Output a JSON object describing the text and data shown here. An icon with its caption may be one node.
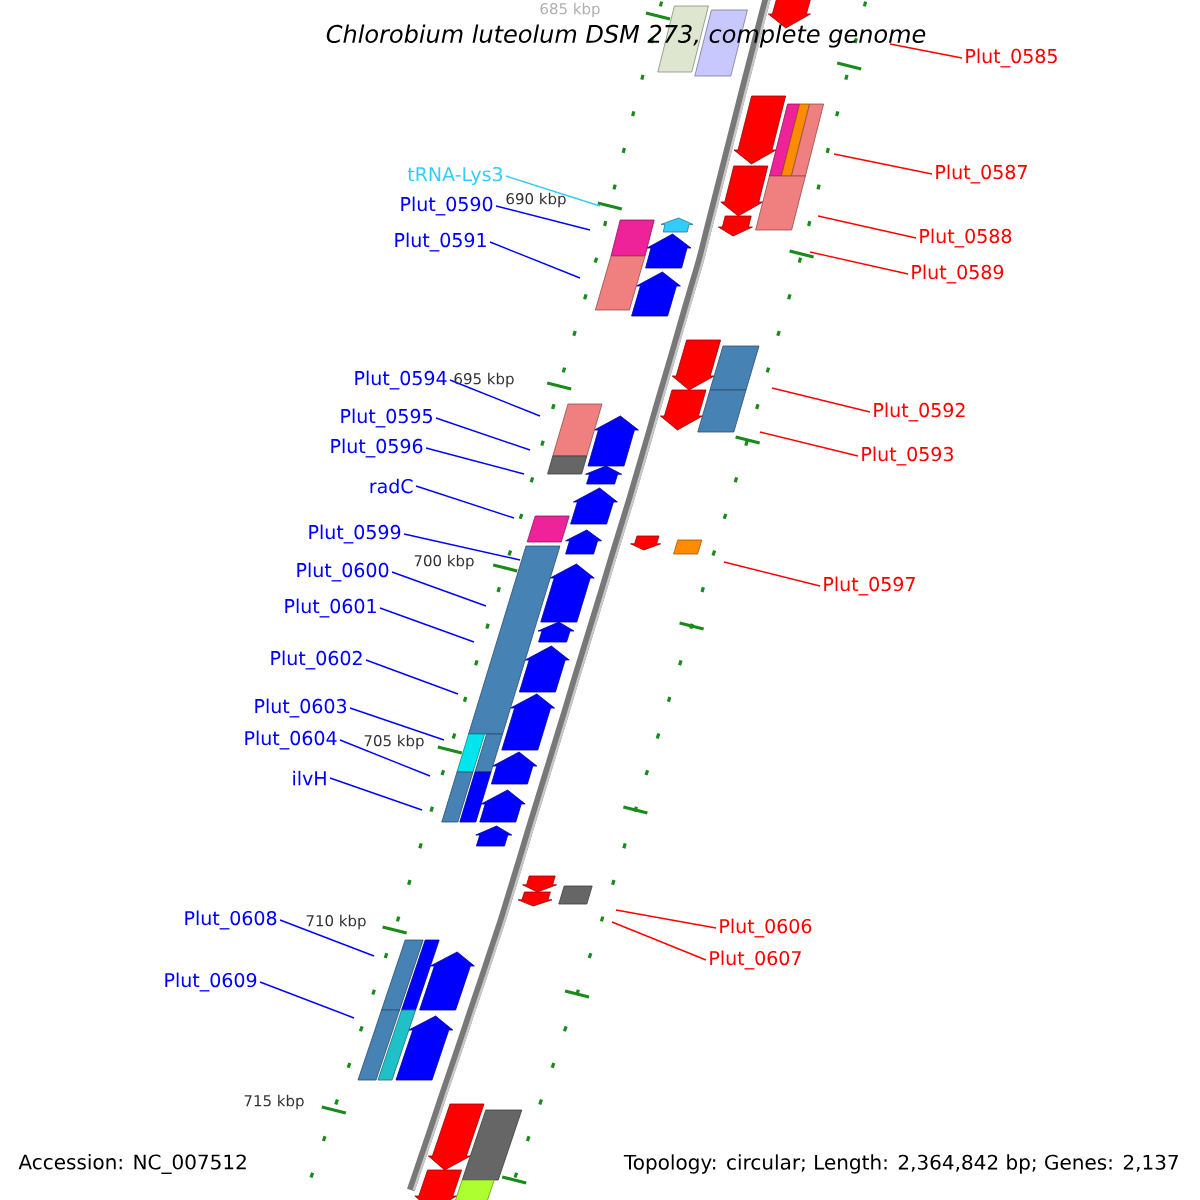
{
  "diagram": {
    "title": "Chlorobium luteolum DSM 273, complete genome",
    "nodes": [
      {
        "text": [
          "tRNA-Lys3"
        ]
      },
      {
        "text": [
          "Plut_0590"
        ]
      },
      {
        "text": [
          "Plut_0591"
        ]
      },
      {
        "text": [
          "Plut_0594"
        ]
      },
      {
        "text": [
          "Plut_0595"
        ]
      },
      {
        "text": [
          "Plut_0596"
        ]
      },
      {
        "text": [
          "radC"
        ]
      },
      {
        "text": [
          "Plut_0599"
        ]
      },
      {
        "text": [
          "Plut_0600"
        ]
      },
      {
        "text": [
          "Plut_0601"
        ]
      },
      {
        "text": [
          "Plut_0602"
        ]
      },
      {
        "text": [
          "Plut_0603"
        ]
      },
      {
        "text": [
          "Plut_0604"
        ]
      },
      {
        "text": [
          "ilvH"
        ]
      },
      {
        "text": [
          "Plut_0608"
        ]
      },
      {
        "text": [
          "Plut_0609"
        ]
      },
      {
        "text": [
          "Plut_0585"
        ]
      },
      {
        "text": [
          "Plut_0587"
        ]
      },
      {
        "text": [
          "Plut_0588"
        ]
      },
      {
        "text": [
          "Plut_0589"
        ]
      },
      {
        "text": [
          "Plut_0592"
        ]
      },
      {
        "text": [
          "Plut_0593"
        ]
      },
      {
        "text": [
          "Plut_0597"
        ]
      },
      {
        "text": [
          "Plut_0606"
        ]
      },
      {
        "text": [
          "Plut_0607"
        ]
      }
    ],
    "edges": [
      {
        "from": 0,
        "to": null,
        "arrow": "none",
        "color": "#33ccff"
      },
      {
        "from": 1,
        "to": null,
        "arrow": "none"
      },
      {
        "from": 2,
        "to": null,
        "arrow": "none"
      },
      {
        "from": 3,
        "to": null,
        "arrow": "none"
      },
      {
        "from": 4,
        "to": null,
        "arrow": "none"
      },
      {
        "from": 5,
        "to": null,
        "arrow": "none"
      },
      {
        "from": 6,
        "to": null,
        "arrow": "none"
      },
      {
        "from": 7,
        "to": null,
        "arrow": "none"
      },
      {
        "from": 8,
        "to": null,
        "arrow": "none"
      },
      {
        "from": 9,
        "to": null,
        "arrow": "none"
      },
      {
        "from": 10,
        "to": null,
        "arrow": "none"
      },
      {
        "from": 11,
        "to": null,
        "arrow": "none"
      },
      {
        "from": 12,
        "to": null,
        "arrow": "none"
      },
      {
        "from": 13,
        "to": null,
        "arrow": "none"
      },
      {
        "from": 14,
        "to": null,
        "arrow": "none"
      },
      {
        "from": 15,
        "to": null,
        "arrow": "none"
      },
      {
        "from": 16,
        "to": null,
        "arrow": "none",
        "color": "#ff0000"
      },
      {
        "from": 17,
        "to": null,
        "arrow": "none",
        "color": "#ff0000"
      },
      {
        "from": 18,
        "to": null,
        "arrow": "none",
        "color": "#ff0000"
      },
      {
        "from": 19,
        "to": null,
        "arrow": "none",
        "color": "#ff0000"
      },
      {
        "from": 20,
        "to": null,
        "arrow": "none",
        "color": "#ff0000"
      },
      {
        "from": 21,
        "to": null,
        "arrow": "none",
        "color": "#ff0000"
      },
      {
        "from": 22,
        "to": null,
        "arrow": "none",
        "color": "#ff0000"
      },
      {
        "from": 23,
        "to": null,
        "arrow": "none",
        "color": "#ff0000"
      },
      {
        "from": 24,
        "to": null,
        "arrow": "none",
        "color": "#ff0000"
      }
    ],
    "labels": [
      "685 kbp",
      "690 kbp",
      "695 kbp",
      "700 kbp",
      "705 kbp",
      "710 kbp",
      "715 kbp",
      "Accession: NC_007512",
      "Topology: circular; Length: 2,364,842 bp; Genes: 2,137"
    ]
  }
}
